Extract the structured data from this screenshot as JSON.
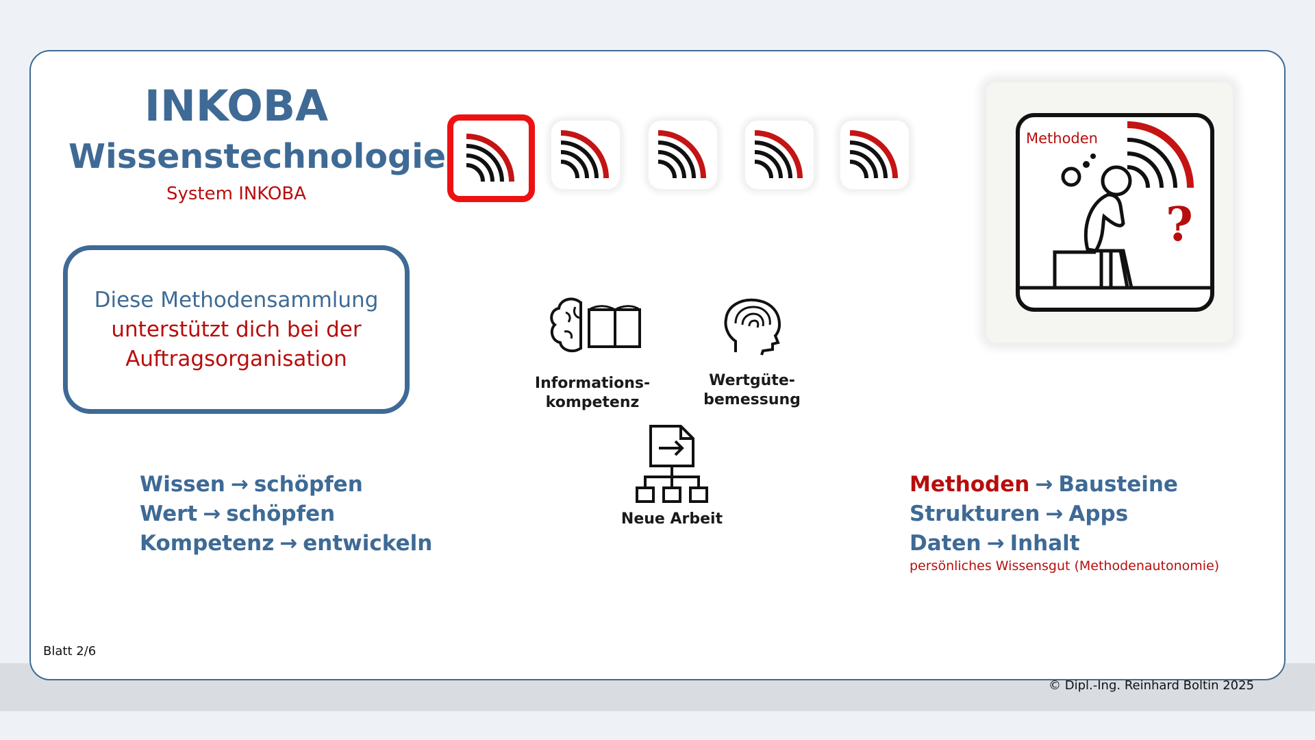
{
  "header": {
    "title": "INKOBA",
    "subtitle": "Wissenstechnologie",
    "system": "System INKOBA"
  },
  "intro_box": {
    "line1": "Diese Methodensammlung",
    "line2": "unterstützt dich bei der",
    "line3": "Auftragsorganisation"
  },
  "toolbar": {
    "tiles": [
      {
        "icon": "signal-arc-icon",
        "active": true
      },
      {
        "icon": "signal-arc-icon",
        "active": false
      },
      {
        "icon": "signal-arc-icon",
        "active": false
      },
      {
        "icon": "signal-arc-icon",
        "active": false
      },
      {
        "icon": "signal-arc-icon",
        "active": false
      }
    ]
  },
  "competencies": {
    "info_line1": "Informations-",
    "info_line2": "kompetenz",
    "value_line1": "Wertgüte-",
    "value_line2": "bemessung",
    "work": "Neue Arbeit"
  },
  "left_list": [
    {
      "from": "Wissen",
      "to": "schöpfen"
    },
    {
      "from": "Wert",
      "to": "schöpfen"
    },
    {
      "from": "Kompetenz",
      "to": "entwickeln"
    }
  ],
  "right_list": [
    {
      "from": "Methoden",
      "to": "Bausteine"
    },
    {
      "from": "Strukturen",
      "to": "Apps"
    },
    {
      "from": "Daten",
      "to": "Inhalt"
    }
  ],
  "right_note": "persönliches Wissensgut (Methodenautonomie)",
  "thinker": {
    "label": "Methoden",
    "question": "?"
  },
  "page_indicator": "Blatt 2/6",
  "copyright": "© Dipl.-Ing. Reinhard Boltin 2025",
  "arrow_glyph": "→",
  "colors": {
    "primary_blue": "#3e6a95",
    "accent_red": "#b80d0d",
    "active_red": "#ee1111"
  }
}
